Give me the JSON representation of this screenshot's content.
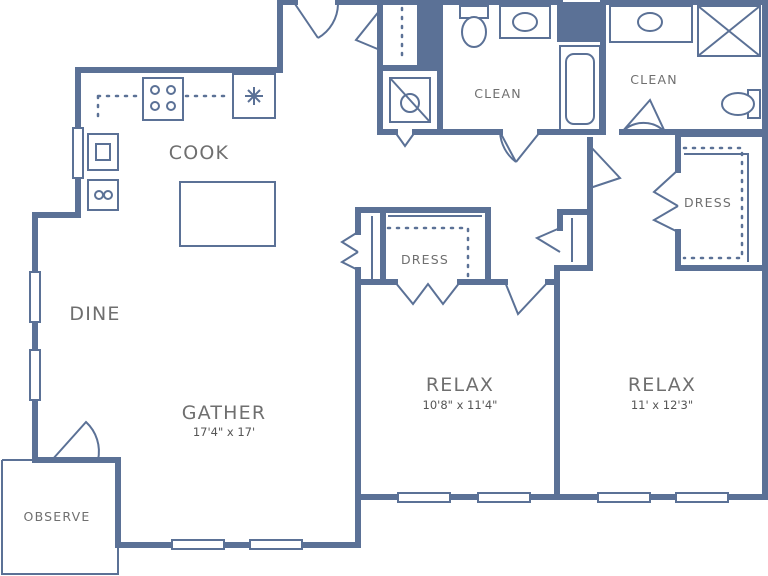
{
  "rooms": {
    "cook": "COOK",
    "dine": "DINE",
    "gather": "GATHER",
    "gather_dim": "17'4\" x 17'",
    "observe": "OBSERVE",
    "clean_1": "CLEAN",
    "clean_2": "CLEAN",
    "dress_1": "DRESS",
    "dress_2": "DRESS",
    "relax_1": "RELAX",
    "relax_1_dim": "10'8\" x 11'4\"",
    "relax_2": "RELAX",
    "relax_2_dim": "11' x 12'3\""
  },
  "colors": {
    "wall": "#5b7196",
    "label": "#6f6f6f"
  }
}
